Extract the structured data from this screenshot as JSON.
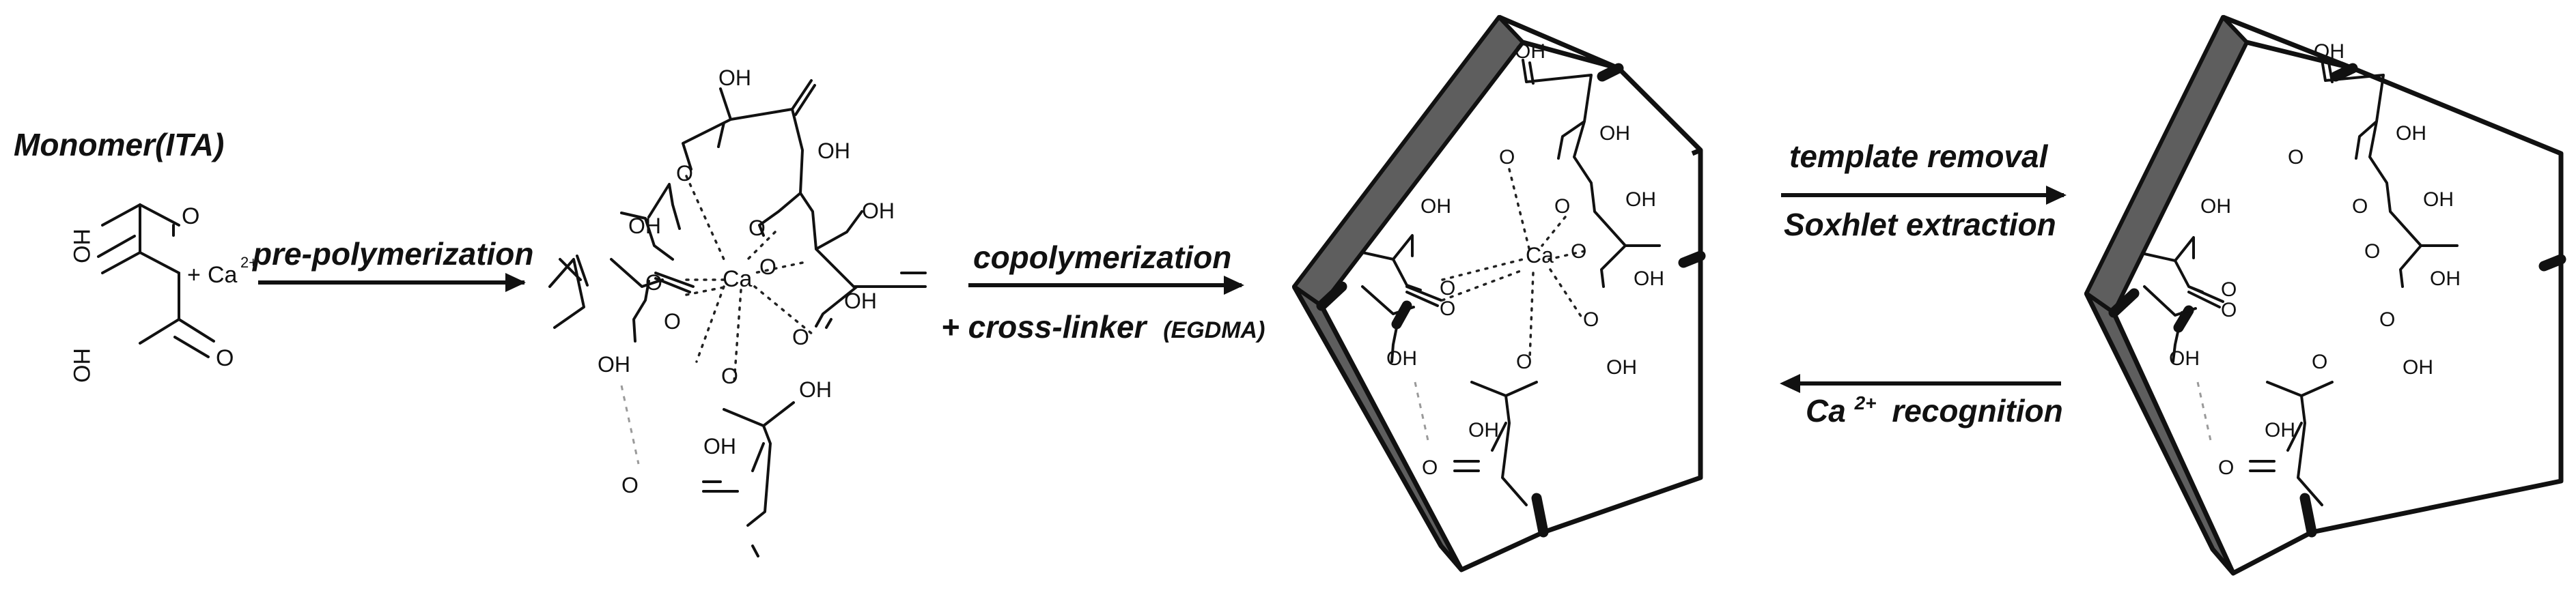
{
  "labels": {
    "monomer": "Monomer(ITA)",
    "step1": "pre-polymerization",
    "step2_line1": "copolymerization",
    "step2_line2": "+ cross-linker",
    "step2_crosslinker": "(EGDMA)",
    "step3_line1": "template removal",
    "step3_line2": "Soxhlet extraction",
    "step4": "recognition",
    "step4_ion": "Ca",
    "step4_charge": "2+"
  },
  "chem": {
    "oh": "OH",
    "ho": "HO",
    "o": "O",
    "ca": "Ca",
    "plus": "+",
    "ca_ion": "Ca",
    "ca_charge": "2+"
  }
}
